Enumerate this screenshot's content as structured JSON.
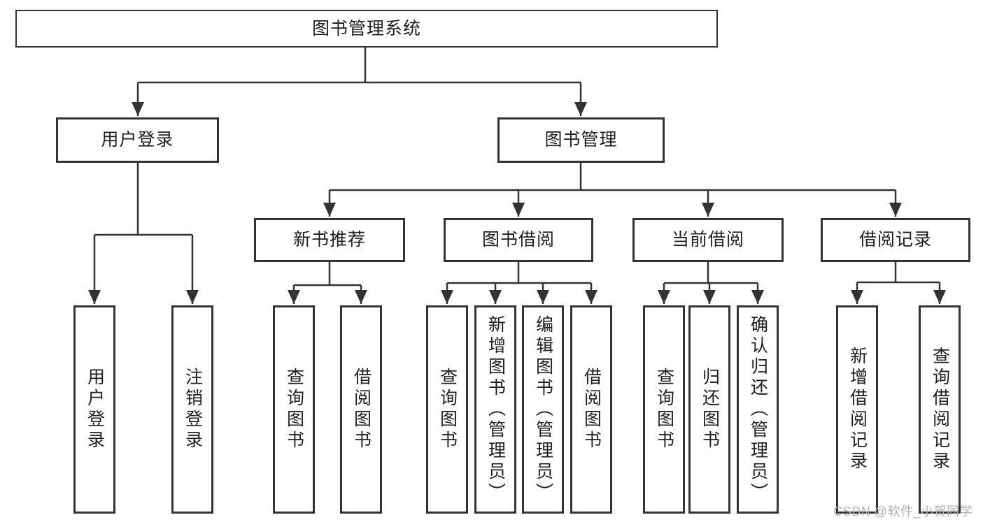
{
  "tree": {
    "root": {
      "label": "图书管理系统"
    },
    "branches": [
      {
        "label": "用户登录",
        "leaves": [
          {
            "label": "用户登录"
          },
          {
            "label": "注销登录"
          }
        ]
      },
      {
        "label": "图书管理",
        "groups": [
          {
            "label": "新书推荐",
            "leaves": [
              {
                "label": "查询图书"
              },
              {
                "label": "借阅图书"
              }
            ]
          },
          {
            "label": "图书借阅",
            "leaves": [
              {
                "label": "查询图书"
              },
              {
                "label": "新增图书（管理员）"
              },
              {
                "label": "编辑图书（管理员）"
              },
              {
                "label": "借阅图书"
              }
            ]
          },
          {
            "label": "当前借阅",
            "leaves": [
              {
                "label": "查询图书"
              },
              {
                "label": "归还图书"
              },
              {
                "label": "确认归还（管理员）"
              }
            ]
          },
          {
            "label": "借阅记录",
            "leaves": [
              {
                "label": "新增借阅记录"
              },
              {
                "label": "查询借阅记录"
              }
            ]
          }
        ]
      }
    ]
  },
  "watermark": {
    "text": "CSDN @软件_小贺同学"
  },
  "colors": {
    "line": "#333333",
    "box_border": "#333333",
    "text": "#1f1f1f",
    "watermark": "#b0b0b0",
    "background": "#ffffff"
  }
}
